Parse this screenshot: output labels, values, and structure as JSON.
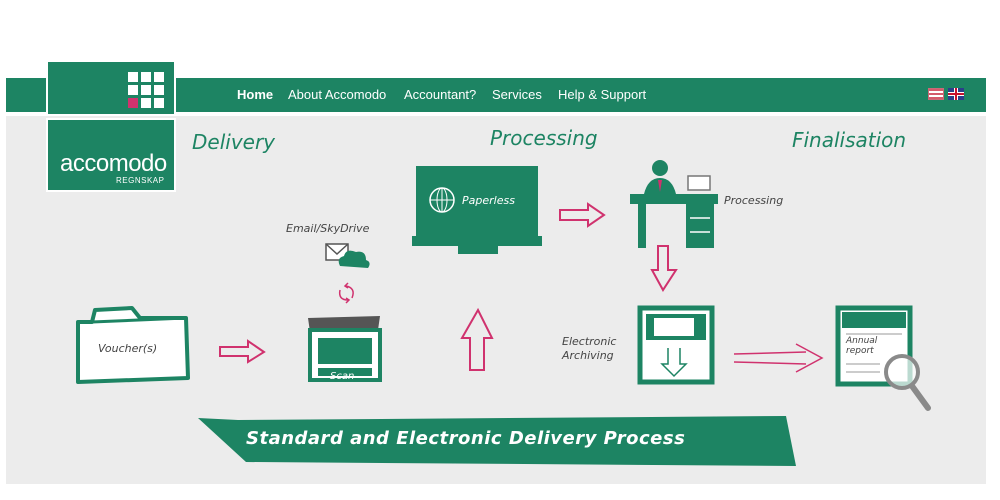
{
  "nav": {
    "items": [
      "Home",
      "About Accomodo",
      "Accountant?",
      "Services",
      "Help & Support"
    ]
  },
  "logo": {
    "name": "accomodo",
    "subtitle": "REGNSKAP"
  },
  "languages": [
    {
      "name": "norwegian-flag-icon"
    },
    {
      "name": "uk-flag-icon"
    }
  ],
  "diagram": {
    "stages": {
      "delivery": "Delivery",
      "processing": "Processing",
      "finalisation": "Finalisation"
    },
    "labels": {
      "vouchers": "Voucher(s)",
      "scan": "Scan",
      "email": "Email/SkyDrive",
      "paperless": "Paperless",
      "processing": "Processing",
      "archiving_line1": "Electronic",
      "archiving_line2": "Archiving",
      "annual_line1": "Annual",
      "annual_line2": "report"
    },
    "banner": "Standard and Electronic Delivery Process"
  },
  "colors": {
    "brand_green": "#1d8463",
    "accent_pink": "#d0326e",
    "background": "#ececec"
  }
}
